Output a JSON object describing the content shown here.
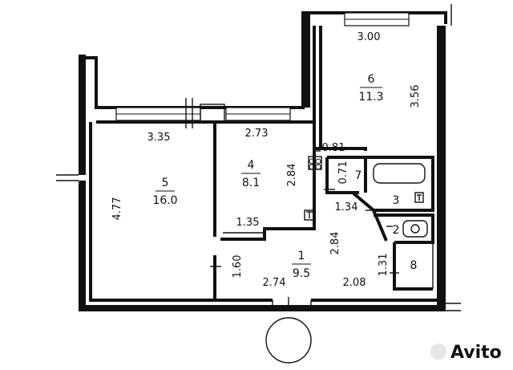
{
  "rooms": [
    {
      "number": "5",
      "area": "16.0"
    },
    {
      "number": "4",
      "area": "8.1"
    },
    {
      "number": "6",
      "area": "11.3"
    },
    {
      "number": "1",
      "area": "9.5"
    },
    {
      "number": "3"
    },
    {
      "number": "2"
    },
    {
      "number": "7"
    },
    {
      "number": "8"
    }
  ],
  "dimensions": {
    "room5_width": "3.35",
    "room5_length": "4.77",
    "room4_width": "2.73",
    "room4_length": "2.84",
    "room4_niche": "1.35",
    "room6_width": "3.00",
    "room6_length": "3.56",
    "hall_width_left": "2.74",
    "hall_width_right": "2.08",
    "hall_length": "2.84",
    "hall_door_side": "1.60",
    "bath_door": "0.81",
    "closet_depth": "0.71",
    "bath_length": "1.34",
    "closet8_depth": "1.31"
  },
  "watermark": "Avito"
}
